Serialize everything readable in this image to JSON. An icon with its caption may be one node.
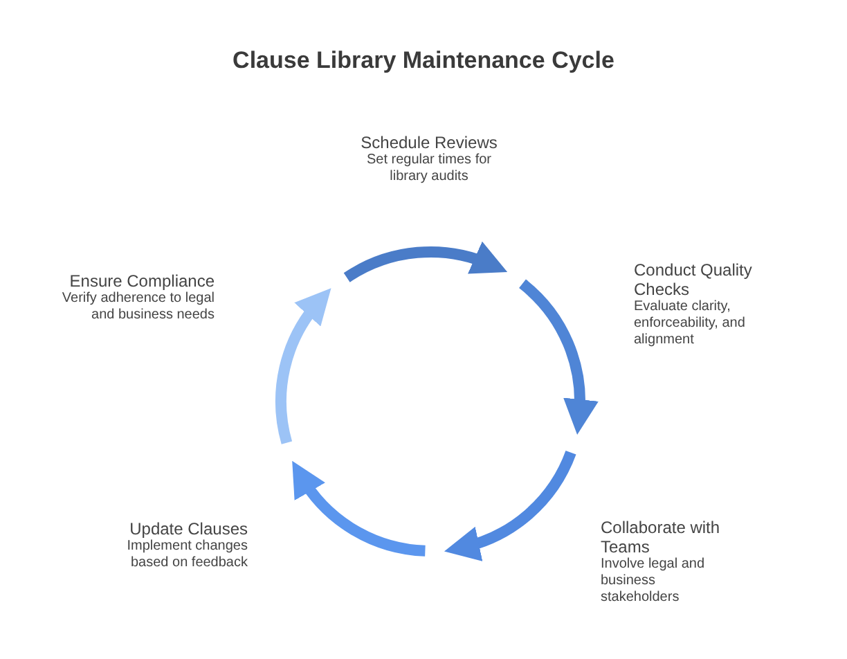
{
  "diagram": {
    "title": "Clause Library Maintenance Cycle",
    "nodes": [
      {
        "text": [
          "Schedule Reviews",
          "Set regular times for library audits"
        ]
      },
      {
        "text": [
          "Conduct Quality Checks",
          "Evaluate clarity, enforceability, and alignment"
        ]
      },
      {
        "text": [
          "Collaborate with Teams",
          "Involve legal and business stakeholders"
        ]
      },
      {
        "text": [
          "Update Clauses",
          "Implement changes based on feedback"
        ]
      },
      {
        "text": [
          "Ensure Compliance",
          "Verify adherence to legal and business needs"
        ]
      }
    ]
  }
}
